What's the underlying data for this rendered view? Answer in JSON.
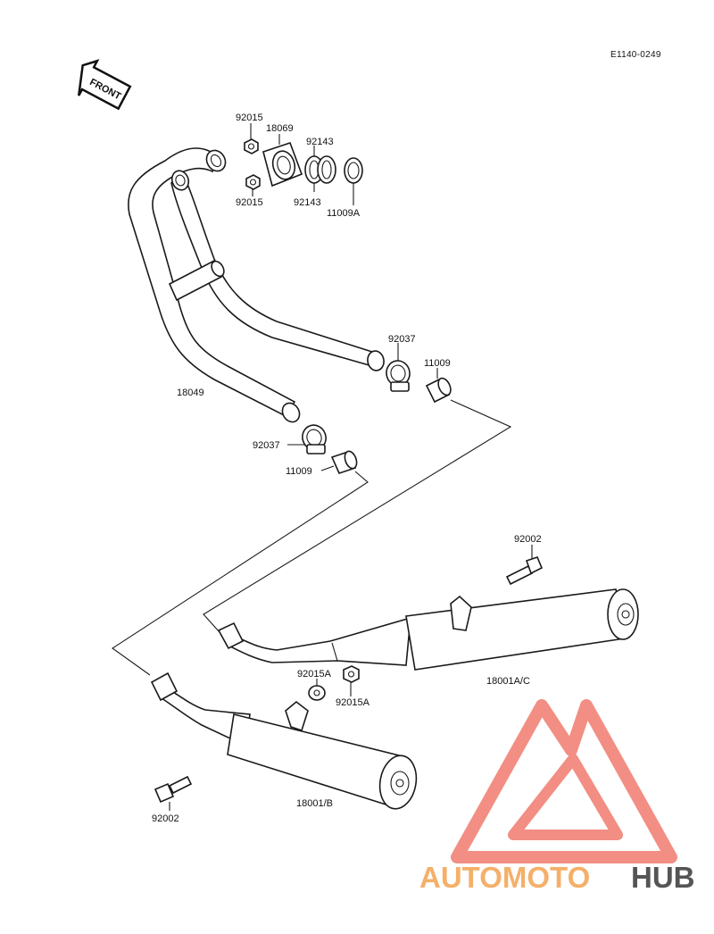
{
  "diagram": {
    "code": "E1140-0249",
    "front_label": "FRONT",
    "labels": {
      "p92015_top": "92015",
      "p18069": "18069",
      "p92143_top": "92143",
      "p92015_bottom": "92015",
      "p92143_bottom": "92143",
      "p11009A": "11009A",
      "p92037_right": "92037",
      "p11009_right": "11009",
      "p18049": "18049",
      "p92037_left": "92037",
      "p11009_left": "11009",
      "p92002_top": "92002",
      "p18001AC": "18001A/C",
      "p92015A_left": "92015A",
      "p92015A_right": "92015A",
      "p18001B": "18001/B",
      "p92002_bottom": "92002"
    }
  },
  "watermark": {
    "part1": "AUTOMOTO",
    "part2": "HUB",
    "color_primary": "#f07b6e",
    "color_accent": "#f4b06a",
    "color_dark": "#555555"
  }
}
